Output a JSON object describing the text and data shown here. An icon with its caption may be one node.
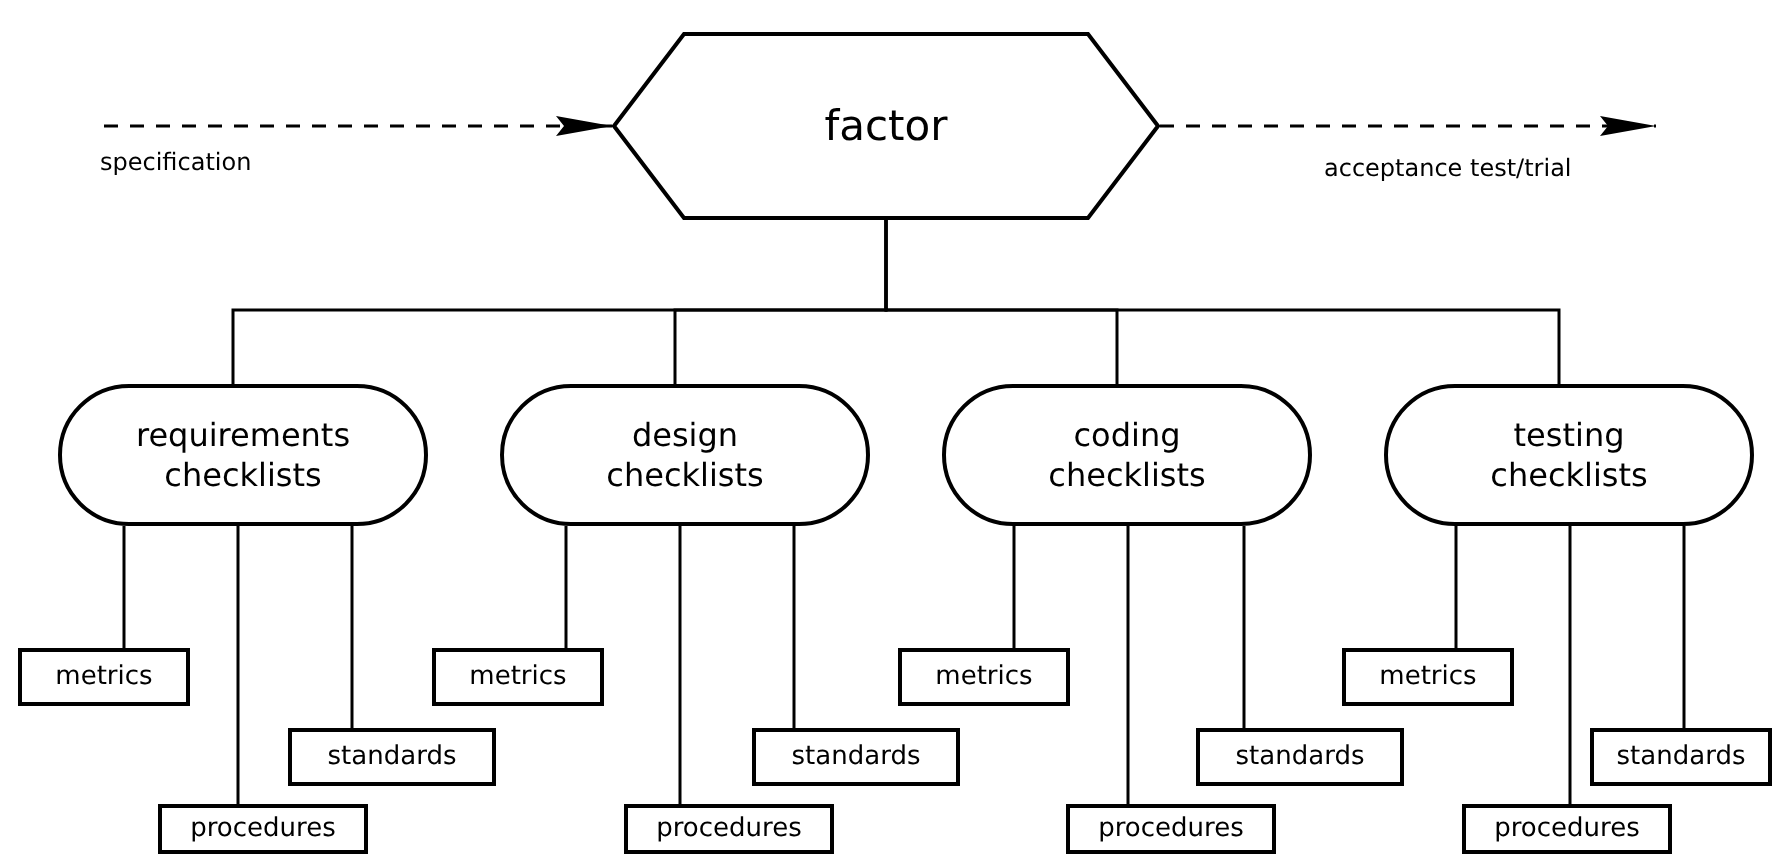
{
  "diagram": {
    "nodes": [
      {
        "text": [
          "factor"
        ]
      },
      {
        "text": [
          "requirements checklists"
        ]
      },
      {
        "text": [
          "design checklists"
        ]
      },
      {
        "text": [
          "coding checklists"
        ]
      },
      {
        "text": [
          "testing checklists"
        ]
      },
      {
        "text": [
          "metrics"
        ]
      },
      {
        "text": [
          "standards"
        ]
      },
      {
        "text": [
          "procedures"
        ]
      },
      {
        "text": [
          "metrics"
        ]
      },
      {
        "text": [
          "standards"
        ]
      },
      {
        "text": [
          "procedures"
        ]
      },
      {
        "text": [
          "metrics"
        ]
      },
      {
        "text": [
          "standards"
        ]
      },
      {
        "text": [
          "procedures"
        ]
      },
      {
        "text": [
          "metrics"
        ]
      },
      {
        "text": [
          "standards"
        ]
      },
      {
        "text": [
          "procedures"
        ]
      }
    ],
    "edges": [
      {
        "from": null,
        "to": 0,
        "arrow": "to",
        "style": "dashed",
        "label": "specification"
      },
      {
        "from": 0,
        "to": null,
        "arrow": "to",
        "style": "dashed",
        "label": "acceptance test/trial"
      },
      {
        "from": 0,
        "to": 1,
        "arrow": "none"
      },
      {
        "from": 0,
        "to": 2,
        "arrow": "none"
      },
      {
        "from": 0,
        "to": 3,
        "arrow": "none"
      },
      {
        "from": 0,
        "to": 4,
        "arrow": "none"
      },
      {
        "from": 1,
        "to": 5,
        "arrow": "none"
      },
      {
        "from": 1,
        "to": 6,
        "arrow": "none"
      },
      {
        "from": 1,
        "to": 7,
        "arrow": "none"
      },
      {
        "from": 2,
        "to": 8,
        "arrow": "none"
      },
      {
        "from": 2,
        "to": 9,
        "arrow": "none"
      },
      {
        "from": 2,
        "to": 10,
        "arrow": "none"
      },
      {
        "from": 3,
        "to": 11,
        "arrow": "none"
      },
      {
        "from": 3,
        "to": 12,
        "arrow": "none"
      },
      {
        "from": 3,
        "to": 13,
        "arrow": "none"
      },
      {
        "from": 4,
        "to": 14,
        "arrow": "none"
      },
      {
        "from": 4,
        "to": 15,
        "arrow": "none"
      },
      {
        "from": 4,
        "to": 16,
        "arrow": "none"
      }
    ]
  }
}
